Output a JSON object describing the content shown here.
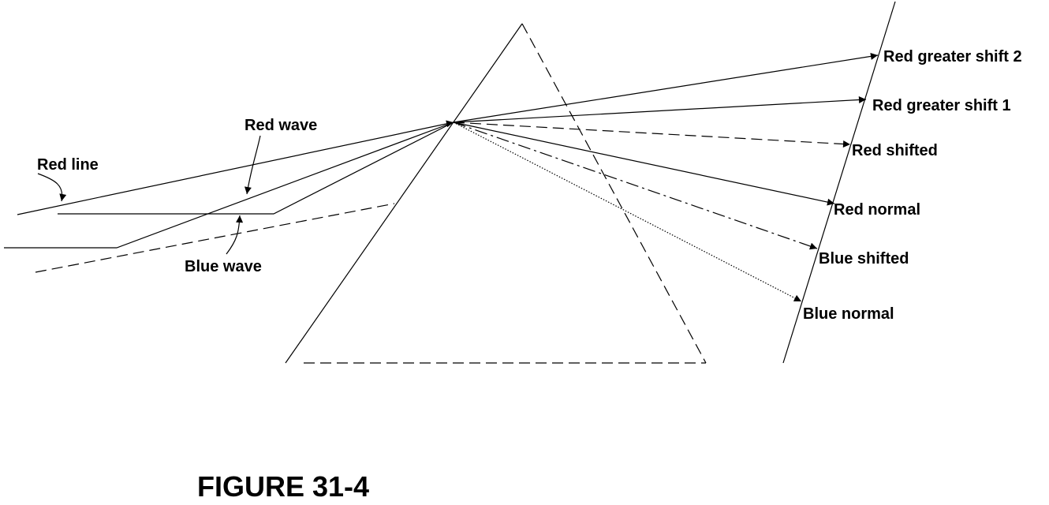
{
  "labels": {
    "red_line": "Red line",
    "red_wave": "Red wave",
    "blue_wave": "Blue wave",
    "red_greater_shift_2": "Red greater shift 2",
    "red_greater_shift_1": "Red greater shift 1",
    "red_shifted": "Red shifted",
    "red_normal": "Red normal",
    "blue_shifted": "Blue shifted",
    "blue_normal": "Blue normal"
  },
  "figure_caption": "FIGURE 31-4"
}
